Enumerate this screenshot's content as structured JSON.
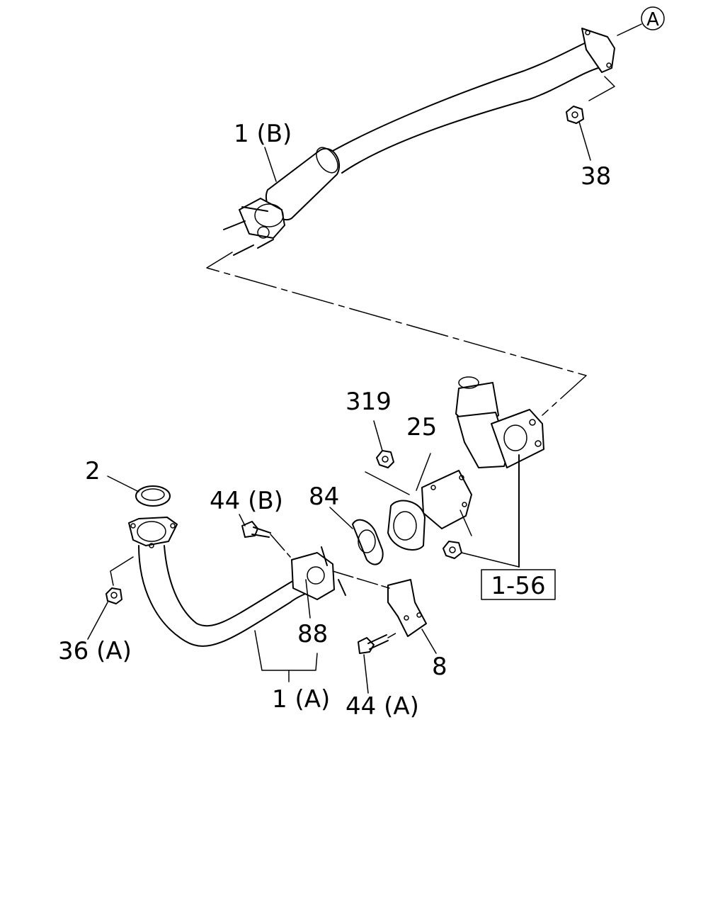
{
  "callouts": {
    "ref_a": "A",
    "p1b": "1 (B)",
    "p38": "38",
    "p319": "319",
    "p25": "25",
    "p2": "2",
    "p44b": "44 (B)",
    "p84": "84",
    "p88": "88",
    "p36a": "36 (A)",
    "p1a": "1 (A)",
    "p44a": "44 (A)",
    "p8": "8",
    "p156": "1-56"
  }
}
